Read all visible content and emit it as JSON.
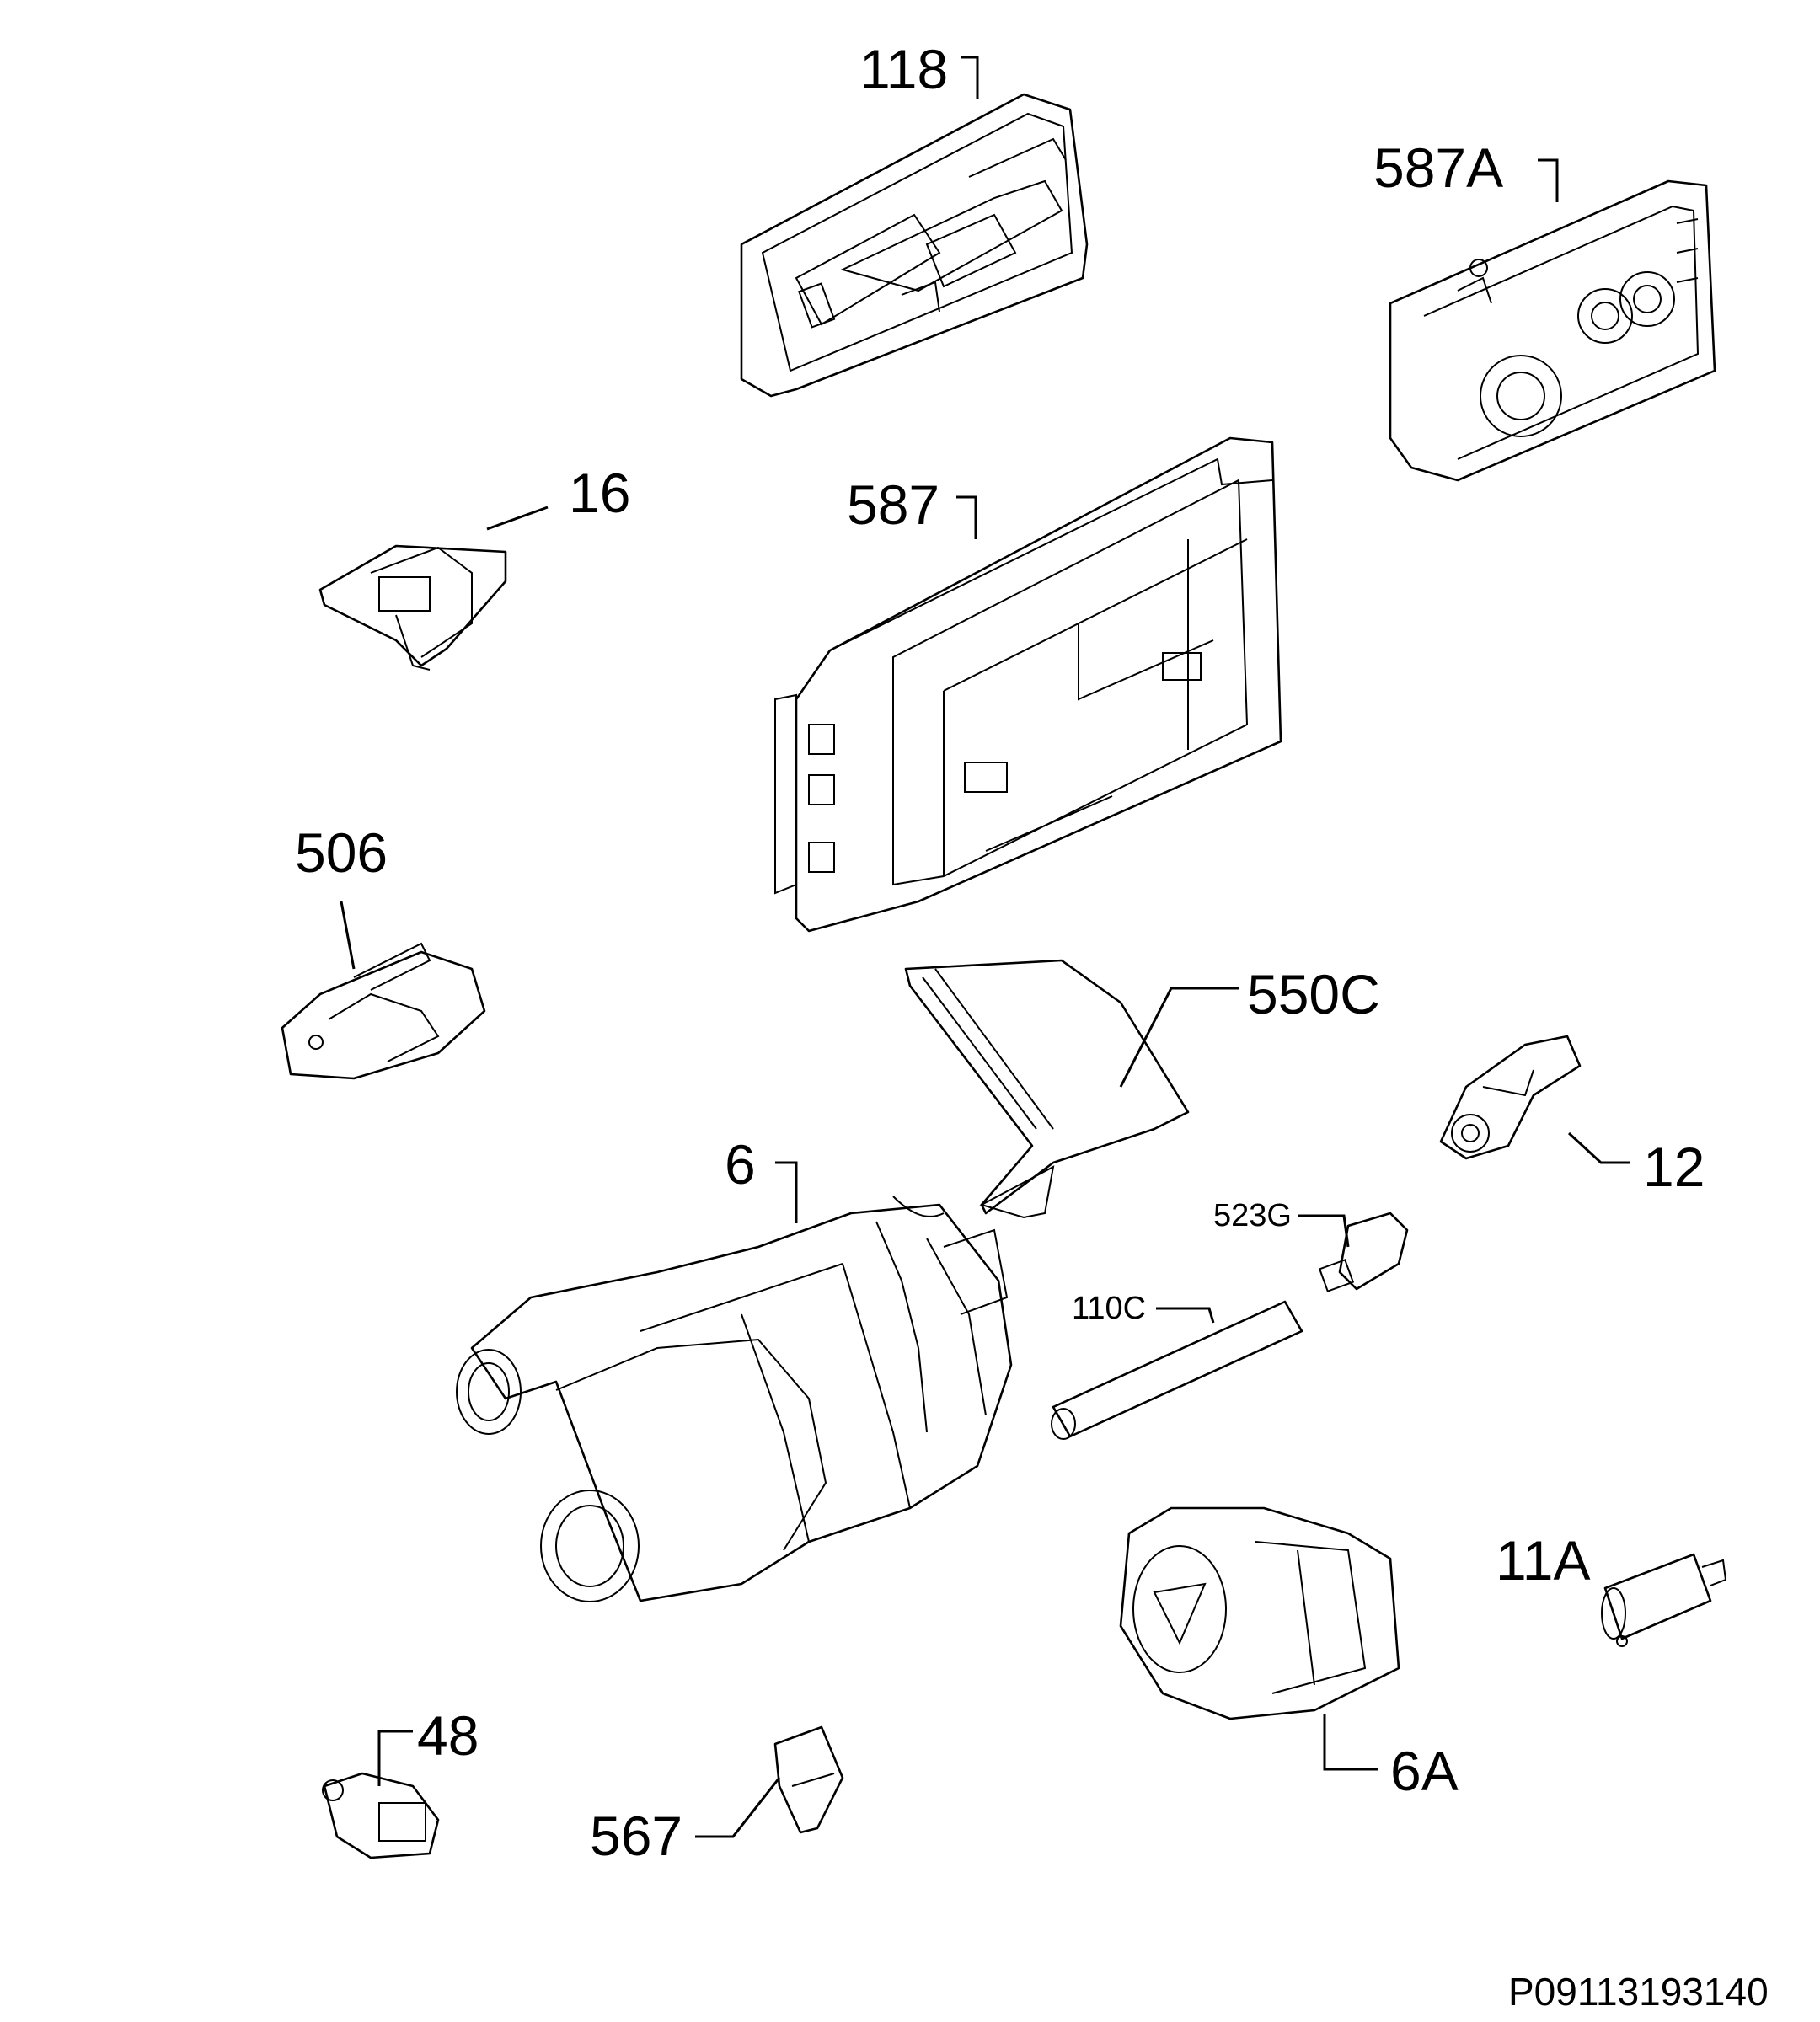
{
  "diagram": {
    "document_code": "P09113193140",
    "callouts": [
      {
        "id": "118",
        "label": "118"
      },
      {
        "id": "587A",
        "label": "587A"
      },
      {
        "id": "16",
        "label": "16"
      },
      {
        "id": "587",
        "label": "587"
      },
      {
        "id": "506",
        "label": "506"
      },
      {
        "id": "550C",
        "label": "550C"
      },
      {
        "id": "12",
        "label": "12"
      },
      {
        "id": "6",
        "label": "6"
      },
      {
        "id": "523G",
        "label": "523G"
      },
      {
        "id": "110C",
        "label": "110C"
      },
      {
        "id": "11A",
        "label": "11A"
      },
      {
        "id": "6A",
        "label": "6A"
      },
      {
        "id": "48",
        "label": "48"
      },
      {
        "id": "567",
        "label": "567"
      }
    ]
  }
}
